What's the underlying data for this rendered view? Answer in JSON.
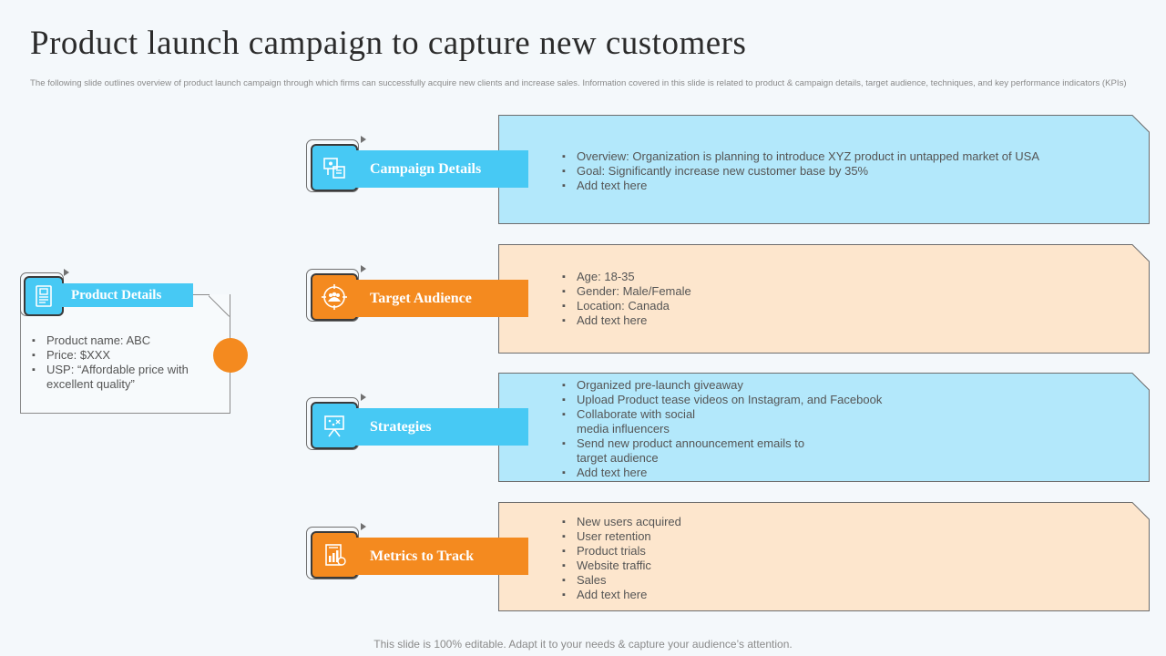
{
  "title": "Product launch campaign to capture new customers",
  "subtitle": "The following slide outlines overview of product launch campaign through which firms can successfully acquire new clients and increase sales. Information covered in this slide is related to product & campaign details, target audience, techniques, and key performance indicators (KPIs)",
  "product": {
    "label": "Product Details",
    "icon": "document-icon",
    "items": [
      "Product name: ABC",
      "Price: $XXX",
      "USP: “Affordable  price with excellent quality”"
    ]
  },
  "sections": [
    {
      "label": "Campaign Details",
      "icon": "presentation-icon",
      "items": [
        "Overview:  Organization is planning to introduce XYZ  product in untapped market of USA",
        "Goal: Significantly increase new customer base by 35%",
        "Add text here"
      ]
    },
    {
      "label": "Target Audience",
      "icon": "audience-target-icon",
      "items": [
        "Age: 18-35",
        "Gender: Male/Female",
        "Location: Canada",
        "Add text here"
      ]
    },
    {
      "label": "Strategies",
      "icon": "strategy-board-icon",
      "items": [
        "Organized  pre-launch giveaway",
        "Upload  Product tease videos  on Instagram,  and Facebook",
        "Collaborate  with social media influencers",
        "Send new product announcement emails to target audience",
        "Add text here"
      ]
    },
    {
      "label": "Metrics to Track",
      "icon": "metrics-report-icon",
      "items": [
        "New users acquired",
        "User retention",
        "Product trials",
        "Website traffic",
        "Sales",
        "Add text here"
      ]
    }
  ],
  "footer": "This slide is 100% editable. Adapt it to your needs & capture your audience’s attention.",
  "colors": {
    "blue": "#47c9f4",
    "orange": "#f48a1f",
    "light_blue": "#b3e8fb",
    "light_orange": "#fde6cd"
  }
}
